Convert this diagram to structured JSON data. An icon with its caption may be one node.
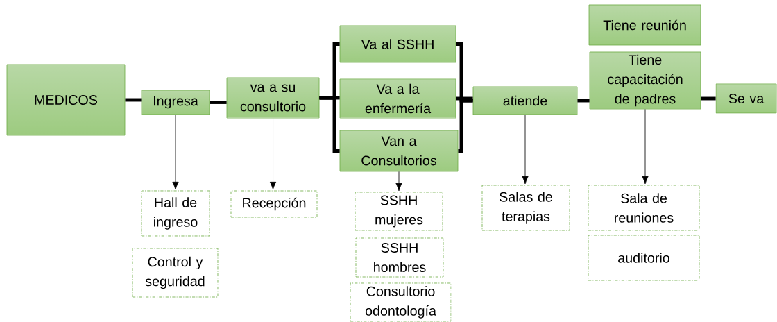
{
  "diagram": {
    "nodes": [
      {
        "text": [
          "MEDICOS"
        ]
      },
      {
        "text": [
          "Ingresa"
        ]
      },
      {
        "text": [
          "va a su consultorio"
        ]
      },
      {
        "text": [
          "Va al SSHH"
        ]
      },
      {
        "text": [
          "Va a la enfermería"
        ]
      },
      {
        "text": [
          "Van a Consultorios"
        ]
      },
      {
        "text": [
          "atiende"
        ]
      },
      {
        "text": [
          "Tiene reunión"
        ]
      },
      {
        "text": [
          "Tiene capacitación de padres"
        ]
      },
      {
        "text": [
          "Se va"
        ]
      },
      {
        "text": [
          "Hall de ingreso"
        ]
      },
      {
        "text": [
          "Control y seguridad"
        ]
      },
      {
        "text": [
          "Recepción"
        ]
      },
      {
        "text": [
          "SSHH mujeres"
        ]
      },
      {
        "text": [
          "SSHH hombres"
        ]
      },
      {
        "text": [
          "Consultorio odontología"
        ]
      },
      {
        "text": [
          "Salas de terapias"
        ]
      },
      {
        "text": [
          "Sala de reuniones"
        ]
      },
      {
        "text": [
          "auditorio"
        ]
      }
    ],
    "edges": [
      {
        "from": 0,
        "to": 1,
        "arrow": "none"
      },
      {
        "from": 1,
        "to": 2,
        "arrow": "none"
      },
      {
        "from": 2,
        "to": 3,
        "arrow": "none"
      },
      {
        "from": 2,
        "to": 4,
        "arrow": "none"
      },
      {
        "from": 2,
        "to": 5,
        "arrow": "none"
      },
      {
        "from": 3,
        "to": 6,
        "arrow": "none"
      },
      {
        "from": 4,
        "to": 6,
        "arrow": "none"
      },
      {
        "from": 5,
        "to": 6,
        "arrow": "none"
      },
      {
        "from": 6,
        "to": 8,
        "arrow": "none"
      },
      {
        "from": 8,
        "to": 9,
        "arrow": "none"
      },
      {
        "from": 1,
        "to": 10,
        "arrow": "to"
      },
      {
        "from": 2,
        "to": 12,
        "arrow": "to"
      },
      {
        "from": 5,
        "to": 13,
        "arrow": "to"
      },
      {
        "from": 6,
        "to": 16,
        "arrow": "to"
      },
      {
        "from": 8,
        "to": 17,
        "arrow": "to"
      }
    ]
  }
}
